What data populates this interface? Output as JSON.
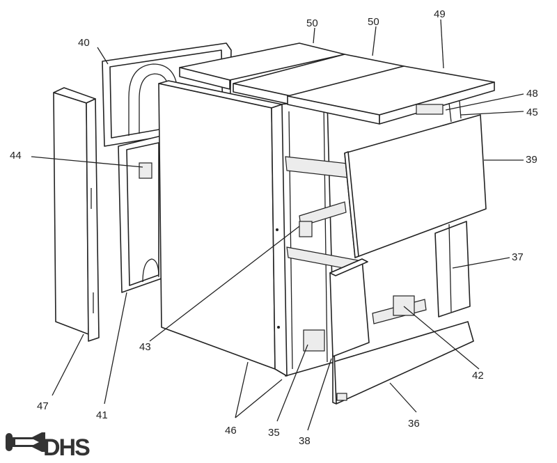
{
  "logo": {
    "text": "DHS"
  },
  "labels": {
    "l50a": "50",
    "l50b": "50",
    "l49": "49",
    "l40": "40",
    "l48": "48",
    "l45": "45",
    "l44": "44",
    "l39": "39",
    "l37": "37",
    "l43": "43",
    "l42": "42",
    "l47": "47",
    "l41": "41",
    "l46": "46",
    "l35": "35",
    "l38": "38",
    "l36": "36"
  }
}
